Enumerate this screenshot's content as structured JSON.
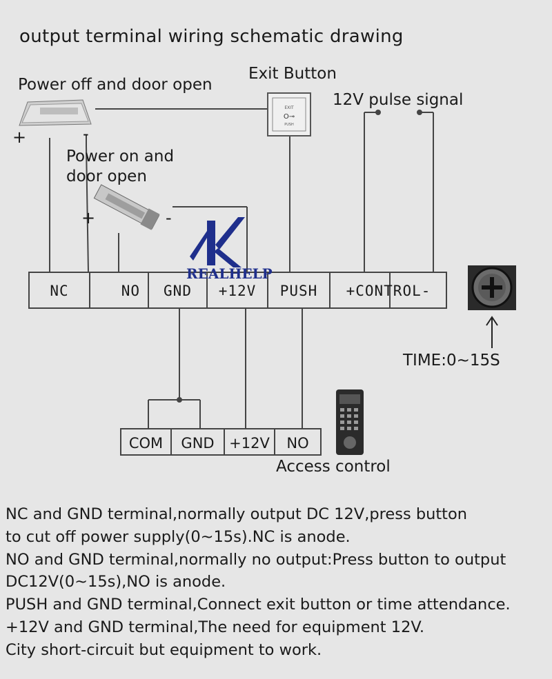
{
  "title": "output terminal wiring schematic drawing",
  "labels": {
    "power_off": "Power off and door open",
    "exit_button": "Exit Button",
    "pulse_signal": "12V pulse signal",
    "power_on_line1": "Power on and",
    "power_on_line2": "door open",
    "time": "TIME:0~15S",
    "access_control": "Access control",
    "plus": "+",
    "minus": "-"
  },
  "terminals_top": [
    "NC",
    "NO",
    "GND",
    "+12V",
    "PUSH",
    "+CONTROL-"
  ],
  "terminals_bottom": [
    "COM",
    "GND",
    "+12V",
    "NO"
  ],
  "watermark": "REALHELP",
  "notes": [
    "NC and GND  terminal,normally output DC 12V,press button",
    "to cut off power supply(0~15s).NC is anode.",
    "NO and GND terminal,normally no output:Press button to output",
    "DC12V(0~15s),NO is anode.",
    "PUSH and GND terminal,Connect exit button or time attendance.",
    "+12V and GND terminal,The need for equipment 12V.",
    "City short-circuit but equipment to work."
  ],
  "colors": {
    "line": "#444444",
    "watermark": "#1f2f8c"
  }
}
